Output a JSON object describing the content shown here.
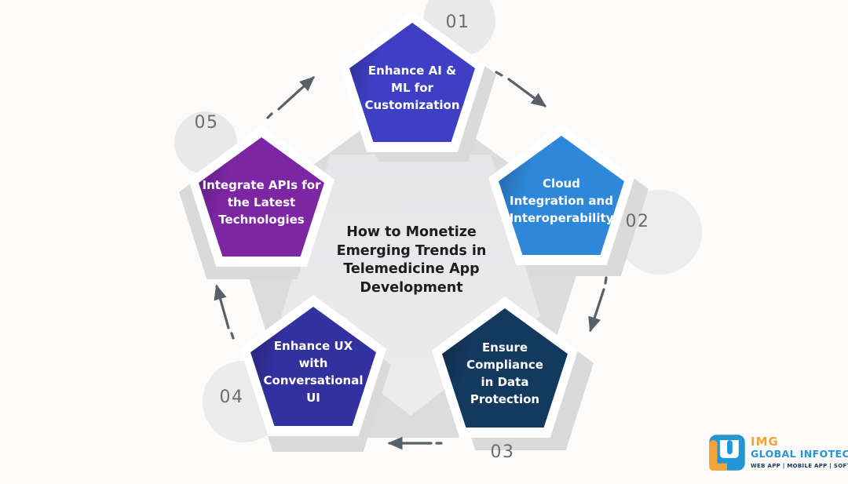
{
  "title": {
    "text": "How to Monetize\nEmerging Trends in\nTelemedicine App\nDevelopment"
  },
  "steps": [
    {
      "number": "01",
      "label": "Enhance AI &\nML for\nCustomization",
      "color": "#3e3fc5"
    },
    {
      "number": "02",
      "label": "Cloud\nIntegration and\nInteroperability",
      "color": "#2e87d8"
    },
    {
      "number": "03",
      "label": "Ensure\nCompliance\nin Data\nProtection",
      "color": "#14395f"
    },
    {
      "number": "04",
      "label": "Enhance UX\nwith\nConversational\nUI",
      "color": "#33309f"
    },
    {
      "number": "05",
      "label": "Integrate APIs for\nthe Latest\nTechnologies",
      "color": "#7d26a3"
    }
  ],
  "arrow_color": "#596069",
  "logo": {
    "name": "IMG",
    "company": "GLOBAL INFOTECH",
    "tagline": "WEB APP | MOBILE APP | SOFTWARE",
    "orange": "#f2a43b",
    "blue": "#2496d3"
  }
}
